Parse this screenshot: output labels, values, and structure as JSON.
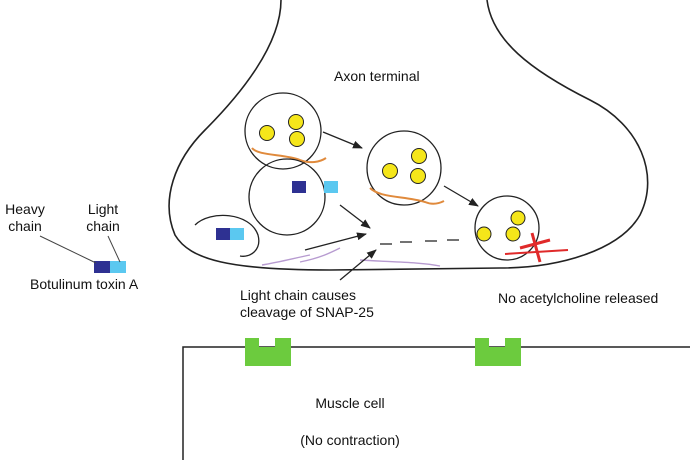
{
  "labels": {
    "axon_terminal": "Axon terminal",
    "heavy_chain": "Heavy\nchain",
    "light_chain": "Light\nchain",
    "botulinum_toxin": "Botulinum toxin A",
    "cleavage": "Light chain causes\ncleavage of SNAP-25",
    "no_ach": "No acetylcholine released",
    "muscle_cell": "Muscle cell",
    "no_contraction": "(No contraction)"
  },
  "colors": {
    "heavy_chain": "#2e3192",
    "light_chain": "#5bc8f0",
    "vesicle_fill": "#f5e61a",
    "snare_orange": "#e08a3c",
    "snare_purple": "#b79bd0",
    "block_mark": "#e02a2a",
    "receptor": "#6ccb3e",
    "outline": "#222222"
  }
}
